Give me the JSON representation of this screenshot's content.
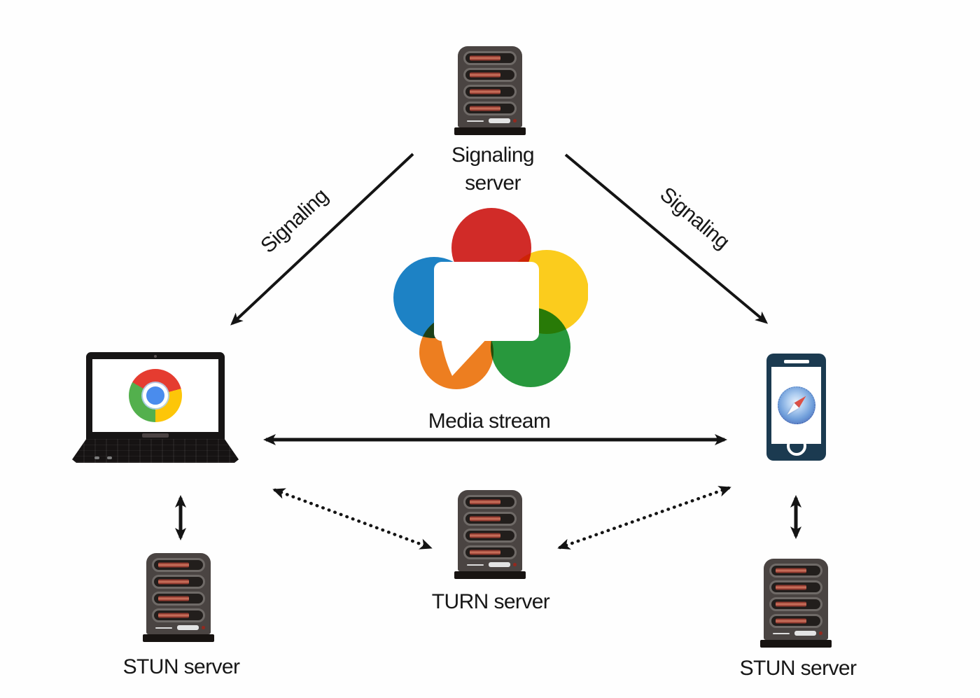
{
  "theme": {
    "--server-body": "#4a4442",
    "--server-slot": "#221e1c",
    "--server-ring": "#6f6a67",
    "--server-bar-red": "#b2443a",
    "--phone-body": "#1b3a50",
    "--chrome-red": "#e53c30",
    "--chrome-yellow": "#fdc609",
    "--chrome-green": "#53b04d",
    "--chrome-blue": "#4a8ced",
    "--webrtc-red": "#d22b28",
    "--webrtc-blue": "#1d83c6",
    "--webrtc-yellow": "#fccd1d",
    "--webrtc-orange": "#ee7e20",
    "--webrtc-green": "#28993d",
    "--arrow-ink": "#141414"
  },
  "nodes": {
    "signaling": {
      "line1": "Signaling",
      "line2": "server"
    },
    "turn": {
      "label": "TURN server"
    },
    "stun_left": {
      "label": "STUN server"
    },
    "stun_right": {
      "label": "STUN server"
    }
  },
  "edges": {
    "signaling_left": {
      "label": "Signaling",
      "style": "solid",
      "direction": "server-to-laptop"
    },
    "signaling_right": {
      "label": "Signaling",
      "style": "solid",
      "direction": "server-to-phone"
    },
    "media": {
      "label": "Media stream",
      "style": "solid",
      "direction": "bidirectional"
    },
    "laptop_turn": {
      "style": "dotted",
      "direction": "bidirectional"
    },
    "phone_turn": {
      "style": "dotted",
      "direction": "bidirectional"
    },
    "laptop_stun": {
      "style": "solid",
      "direction": "bidirectional"
    },
    "phone_stun": {
      "style": "solid",
      "direction": "bidirectional"
    }
  },
  "icons": {
    "signaling_server": "server-rack-icon",
    "turn_server": "server-rack-icon",
    "stun_left_server": "server-rack-icon",
    "stun_right_server": "server-rack-icon",
    "laptop": "laptop-chrome-icon",
    "chrome": "chrome-logo-icon",
    "phone": "phone-safari-icon",
    "safari": "safari-logo-icon",
    "center": "webrtc-logo-icon"
  }
}
